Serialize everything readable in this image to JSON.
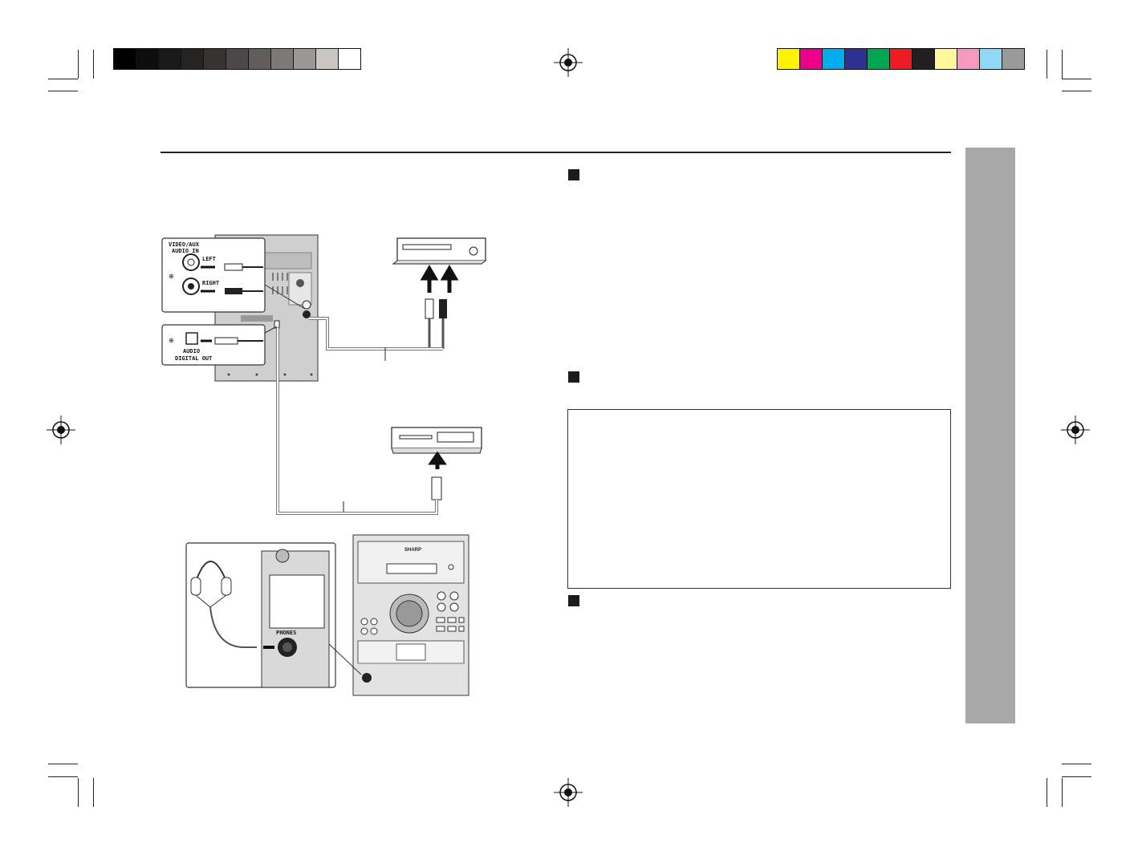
{
  "page": {
    "grayscale_bar_colors": [
      "#000000",
      "#0d0d0d",
      "#1a1a1a",
      "#272322",
      "#383332",
      "#4d4747",
      "#625c5c",
      "#7e7878",
      "#9c9797",
      "#cbc5c4",
      "#ffffff"
    ],
    "color_bar_colors": [
      "#fff200",
      "#ec008c",
      "#00aeef",
      "#2e3192",
      "#00a651",
      "#ed1c24",
      "#231f20",
      "#fff799",
      "#f49ac1",
      "#8fd8f8",
      "#9a9a9a"
    ],
    "tab_color": "#a8a8a8"
  },
  "diagram": {
    "aux_panel": {
      "heading_line1": "VIDEO/AUX",
      "heading_line2": "AUDIO IN",
      "left_label": "LEFT",
      "right_label": "RIGHT"
    },
    "digital_panel": {
      "label_line1": "AUDIO",
      "label_line2": "DIGITAL OUT"
    },
    "headphones_panel": {
      "jack_label": "PHONES"
    },
    "main_unit": {
      "brand": "SHARP"
    }
  }
}
